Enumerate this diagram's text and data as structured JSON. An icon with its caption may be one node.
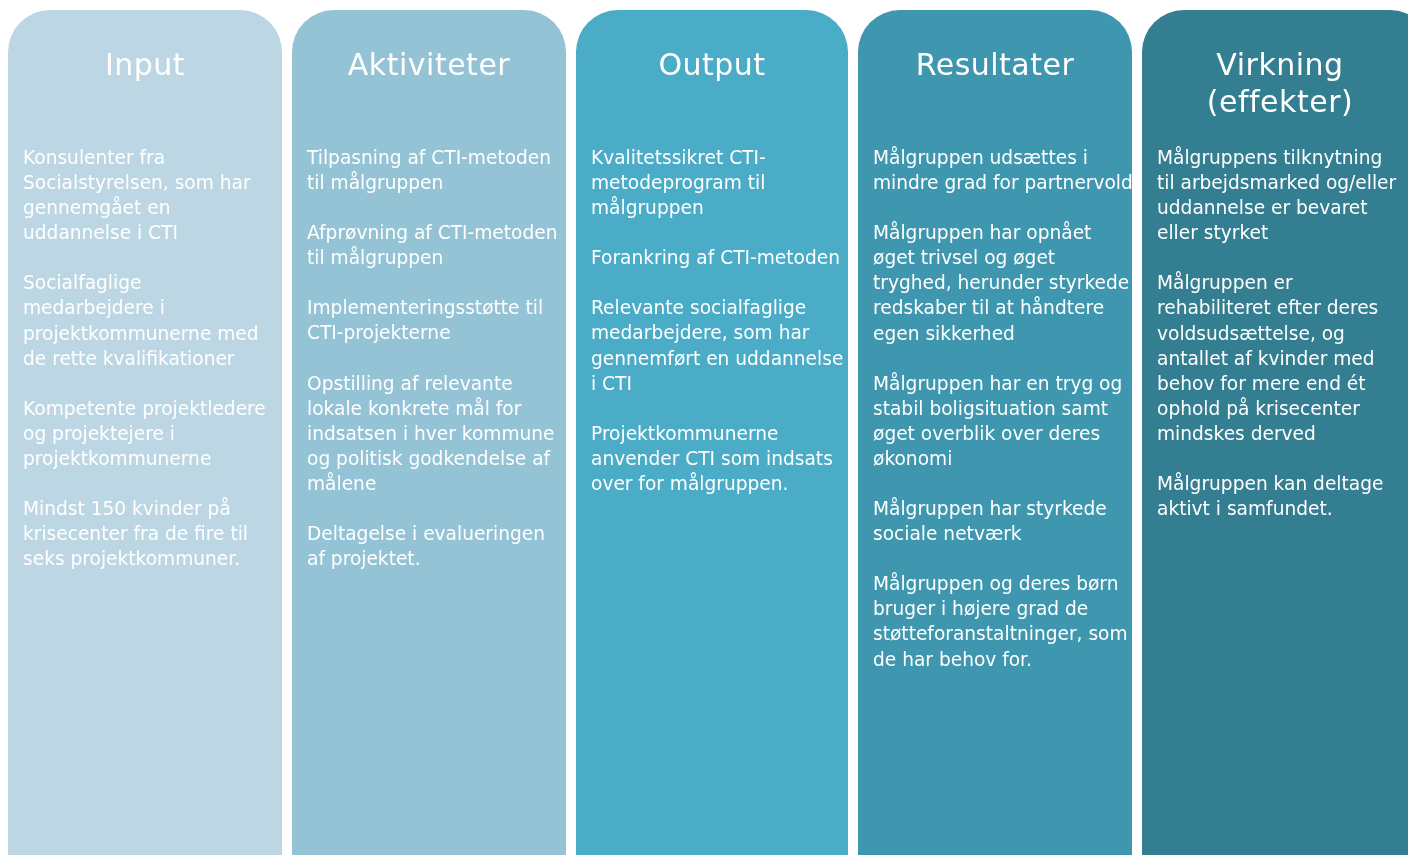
{
  "diagram": {
    "nodes": [
      {
        "text": [
          "Input",
          "Konsulenter fra Socialstyrelsen, som har gennemgået en uddannelse i CTI",
          "Socialfaglige medarbejdere i projektkommunerne med de rette kvalifikationer",
          "Kompetente projektledere og projektejere i projektkommunerne",
          "Mindst 150 kvinder på krisecenter fra de fire til seks projektkommuner."
        ]
      },
      {
        "text": [
          "Aktiviteter",
          "Tilpasning af CTI-metoden til målgruppen",
          "Afprøvning af CTI-metoden til målgruppen",
          "Implementeringsstøtte til CTI-projekterne",
          "Opstilling af relevante lokale konkrete mål for indsatsen i hver kommune og politisk godkendelse af målene",
          "Deltagelse i evalueringen af projektet."
        ]
      },
      {
        "text": [
          "Output",
          "Kvalitetssikret CTI-metodeprogram til målgruppen",
          "Forankring af CTI-metoden",
          "Relevante socialfaglige medarbejdere, som har gennemført en uddannelse i CTI",
          "Projektkommunerne anvender CTI som indsats over for målgruppen."
        ]
      },
      {
        "text": [
          "Resultater",
          "Målgruppen udsættes i mindre grad for partnervold",
          "Målgruppen har opnået øget trivsel og øget tryghed, herunder styrkede redskaber til at håndtere egen sikkerhed",
          "Målgruppen har en tryg og stabil boligsituation samt øget overblik over deres økonomi",
          "Målgruppen har styrkede sociale netværk",
          "Målgruppen og deres børn bruger i højere grad de støtteforanstaltninger, som de har behov for."
        ]
      },
      {
        "text": [
          "Virkning (effekter)",
          "Målgruppens tilknytning til arbejdsmarked og/eller uddannelse er bevaret eller styrket",
          "Målgruppen er rehabiliteret efter deres voldsudsættelse, og antallet af kvinder med behov for mere end ét ophold på krisecenter mindskes derved",
          "Målgruppen kan deltage aktivt i samfundet."
        ]
      }
    ]
  }
}
